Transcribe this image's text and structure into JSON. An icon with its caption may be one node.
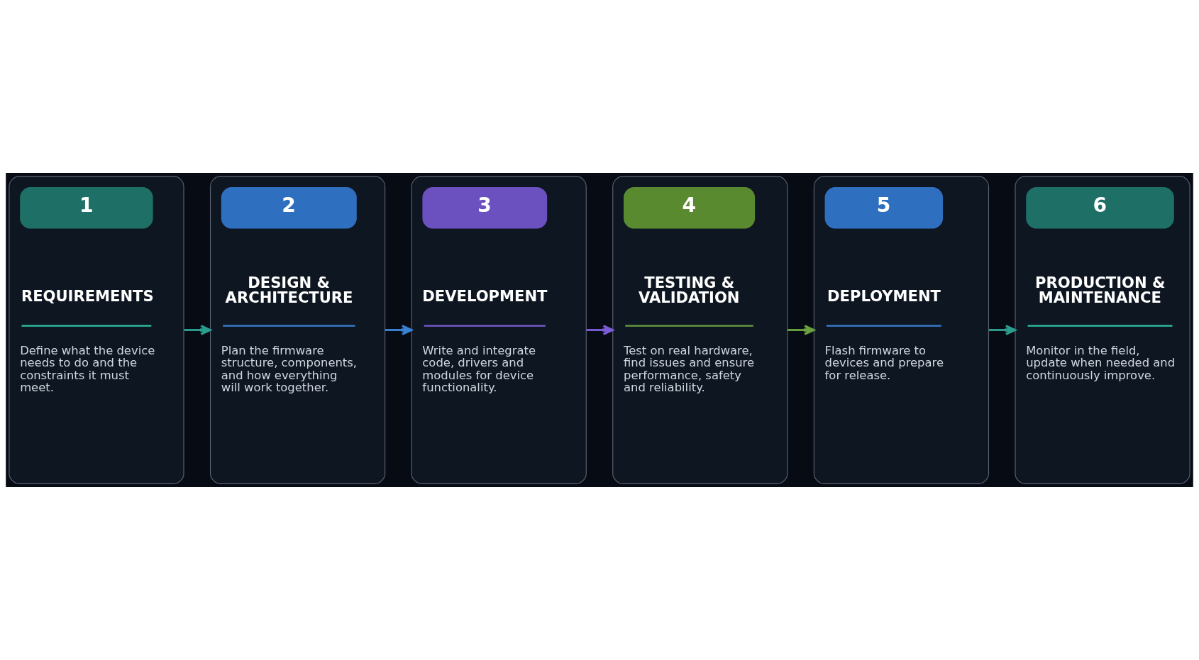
{
  "diagram": {
    "nodes": [
      {
        "text": [
          "1",
          "REQUIREMENTS",
          "Define what the device needs to do and the constraints it must meet."
        ]
      },
      {
        "text": [
          "2",
          "DESIGN & ARCHITECTURE",
          "Plan the firmware structure, components, and how everything will work together."
        ]
      },
      {
        "text": [
          "3",
          "DEVELOPMENT",
          "Write and integrate code, drivers and modules for device functionality."
        ]
      },
      {
        "text": [
          "4",
          "TESTING & VALIDATION",
          "Test on real hardware, find issues and ensure performance, safety and reliability."
        ]
      },
      {
        "text": [
          "5",
          "DEPLOYMENT",
          "Flash firmware to devices and prepare for release."
        ]
      },
      {
        "text": [
          "6",
          "PRODUCTION & MAINTENANCE",
          "Monitor in the field, update when needed and continuously improve."
        ]
      }
    ],
    "edges": [
      {
        "from": 0,
        "to": 1,
        "arrow": "to",
        "color": "#2a9d8f"
      },
      {
        "from": 1,
        "to": 2,
        "arrow": "to",
        "color": "#3b82d6"
      },
      {
        "from": 2,
        "to": 3,
        "arrow": "to",
        "color": "#7b5cd6"
      },
      {
        "from": 3,
        "to": 4,
        "arrow": "to",
        "color": "#6aa040"
      },
      {
        "from": 4,
        "to": 5,
        "arrow": "to",
        "color": "#2a9d8f"
      }
    ]
  }
}
